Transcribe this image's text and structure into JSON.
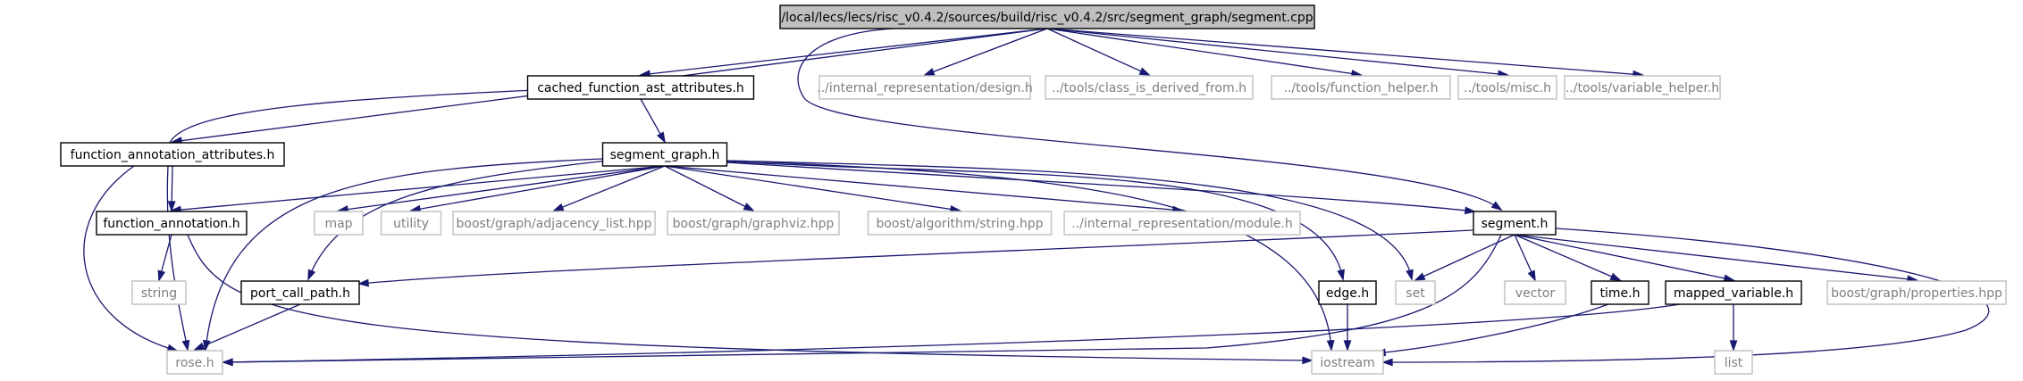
{
  "graph": {
    "edge_color": "#191970",
    "root_fill": "#bfbfbf",
    "external_border": "#bfbfbf",
    "external_text": "#7f7f7f",
    "nodes": [
      {
        "id": "root",
        "label": "/local/lecs/lecs/risc_v0.4.2/sources/build/risc_v0.4.2/src/segment_graph/segment.cpp",
        "kind": "root"
      },
      {
        "id": "cfaa",
        "label": "cached_function_ast_attributes.h",
        "kind": "doc"
      },
      {
        "id": "design",
        "label": "../internal_representation/design.h",
        "kind": "external"
      },
      {
        "id": "classderived",
        "label": "../tools/class_is_derived_from.h",
        "kind": "external"
      },
      {
        "id": "funchelper",
        "label": "../tools/function_helper.h",
        "kind": "external"
      },
      {
        "id": "misc",
        "label": "../tools/misc.h",
        "kind": "external"
      },
      {
        "id": "varhelper",
        "label": "../tools/variable_helper.h",
        "kind": "external"
      },
      {
        "id": "faa",
        "label": "function_annotation_attributes.h",
        "kind": "doc"
      },
      {
        "id": "sgraph",
        "label": "segment_graph.h",
        "kind": "doc"
      },
      {
        "id": "fa",
        "label": "function_annotation.h",
        "kind": "doc"
      },
      {
        "id": "map",
        "label": "map",
        "kind": "external"
      },
      {
        "id": "utility",
        "label": "utility",
        "kind": "external"
      },
      {
        "id": "adjlist",
        "label": "boost/graph/adjacency_list.hpp",
        "kind": "external"
      },
      {
        "id": "graphviz",
        "label": "boost/graph/graphviz.hpp",
        "kind": "external"
      },
      {
        "id": "algostr",
        "label": "boost/algorithm/string.hpp",
        "kind": "external"
      },
      {
        "id": "module",
        "label": "../internal_representation/module.h",
        "kind": "external"
      },
      {
        "id": "segh",
        "label": "segment.h",
        "kind": "doc"
      },
      {
        "id": "string",
        "label": "string",
        "kind": "external"
      },
      {
        "id": "pcp",
        "label": "port_call_path.h",
        "kind": "doc"
      },
      {
        "id": "edge",
        "label": "edge.h",
        "kind": "doc"
      },
      {
        "id": "set",
        "label": "set",
        "kind": "external"
      },
      {
        "id": "vector",
        "label": "vector",
        "kind": "external"
      },
      {
        "id": "time",
        "label": "time.h",
        "kind": "doc"
      },
      {
        "id": "mapvar",
        "label": "mapped_variable.h",
        "kind": "doc"
      },
      {
        "id": "props",
        "label": "boost/graph/properties.hpp",
        "kind": "external"
      },
      {
        "id": "rose",
        "label": "rose.h",
        "kind": "external"
      },
      {
        "id": "iostream",
        "label": "iostream",
        "kind": "external"
      },
      {
        "id": "list",
        "label": "list",
        "kind": "external"
      }
    ],
    "edges": [
      [
        "root",
        "cfaa"
      ],
      [
        "root",
        "design"
      ],
      [
        "root",
        "classderived"
      ],
      [
        "root",
        "funchelper"
      ],
      [
        "root",
        "misc"
      ],
      [
        "root",
        "varhelper"
      ],
      [
        "root",
        "faa"
      ],
      [
        "root",
        "segh"
      ],
      [
        "cfaa",
        "sgraph"
      ],
      [
        "cfaa",
        "rose"
      ],
      [
        "faa",
        "fa"
      ],
      [
        "faa",
        "rose"
      ],
      [
        "sgraph",
        "fa"
      ],
      [
        "sgraph",
        "map"
      ],
      [
        "sgraph",
        "utility"
      ],
      [
        "sgraph",
        "adjlist"
      ],
      [
        "sgraph",
        "graphviz"
      ],
      [
        "sgraph",
        "algostr"
      ],
      [
        "sgraph",
        "module"
      ],
      [
        "sgraph",
        "segh"
      ],
      [
        "sgraph",
        "pcp"
      ],
      [
        "sgraph",
        "edge"
      ],
      [
        "sgraph",
        "set"
      ],
      [
        "sgraph",
        "rose"
      ],
      [
        "sgraph",
        "iostream"
      ],
      [
        "fa",
        "string"
      ],
      [
        "fa",
        "iostream"
      ],
      [
        "segh",
        "pcp"
      ],
      [
        "segh",
        "set"
      ],
      [
        "segh",
        "vector"
      ],
      [
        "segh",
        "time"
      ],
      [
        "segh",
        "mapvar"
      ],
      [
        "segh",
        "props"
      ],
      [
        "segh",
        "rose"
      ],
      [
        "segh",
        "iostream"
      ],
      [
        "pcp",
        "rose"
      ],
      [
        "edge",
        "iostream"
      ],
      [
        "time",
        "iostream"
      ],
      [
        "mapvar",
        "rose"
      ],
      [
        "mapvar",
        "list"
      ]
    ]
  }
}
